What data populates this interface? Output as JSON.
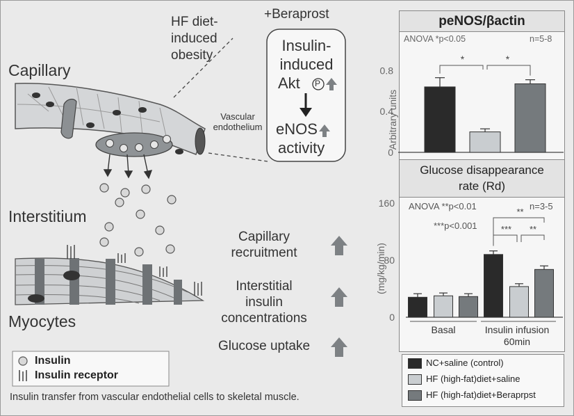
{
  "left": {
    "hf_label": "HF diet-\ninduced\nobesity",
    "beraprost": "+Beraprost",
    "mechanism_line1": "Insulin-",
    "mechanism_line2": "induced",
    "mechanism_line3": "Akt",
    "phospho_symbol": "P",
    "mechanism_line4": "eNOS",
    "mechanism_line5": "activity",
    "vascular": "Vascular\nendothelium",
    "capillary": "Capillary",
    "interstitium": "Interstitium",
    "myocytes": "Myocytes",
    "effect_1": "Capillary\nrecruitment",
    "effect_2": "Interstitial\ninsulin\nconcentrations",
    "effect_3": "Glucose uptake",
    "legend_insulin": "Insulin",
    "legend_receptor": "Insulin receptor",
    "caption": "Insulin transfer from vascular endothelial cells to skeletal muscle."
  },
  "chart_data": [
    {
      "type": "bar",
      "title": "peNOS/βactin",
      "ylabel": "Arbitrary units",
      "ylim": [
        0,
        1.0
      ],
      "yticks": [
        "0",
        "0.4",
        "0.8"
      ],
      "categories": [
        "NC+saline (control)",
        "HF (high-fat)diet+saline",
        "HF (high-fat)diet+Beraprpst"
      ],
      "values": [
        0.64,
        0.2,
        0.67
      ],
      "errors": [
        0.09,
        0.03,
        0.04
      ],
      "stats_text": "ANOVA *p<0.05",
      "n_text": "n=5-8",
      "sig_marks": [
        "*",
        "*"
      ]
    },
    {
      "type": "bar",
      "title": "Glucose disappearance\nrate (Rd)",
      "ylabel": "(mg/kg/min)",
      "ylim": [
        0,
        160
      ],
      "yticks": [
        "0",
        "80",
        "160"
      ],
      "groups": [
        "Basal",
        "Insulin infusion\n60min"
      ],
      "series": [
        {
          "name": "NC+saline (control)",
          "values": [
            28,
            88
          ],
          "errors": [
            5,
            5
          ]
        },
        {
          "name": "HF (high-fat)diet+saline",
          "values": [
            30,
            43
          ],
          "errors": [
            4,
            4
          ]
        },
        {
          "name": "HF (high-fat)diet+Beraprpst",
          "values": [
            29,
            67
          ],
          "errors": [
            4,
            5
          ]
        }
      ],
      "stats_text_1": "ANOVA **p<0.01",
      "stats_text_2": "***p<0.001",
      "n_text": "n=3-5",
      "sig_marks": [
        "**",
        "***",
        "**"
      ]
    }
  ],
  "legend": {
    "items": [
      "NC+saline (control)",
      "HF (high-fat)diet+saline",
      "HF (high-fat)diet+Beraprpst"
    ],
    "colors": [
      "#2a2a2a",
      "#c9cdd0",
      "#757a7d"
    ]
  },
  "colors": {
    "bar_dark": "#2a2a2a",
    "bar_light": "#c9cdd0",
    "bar_mid": "#757a7d",
    "arrow_up": "#7d8184"
  }
}
